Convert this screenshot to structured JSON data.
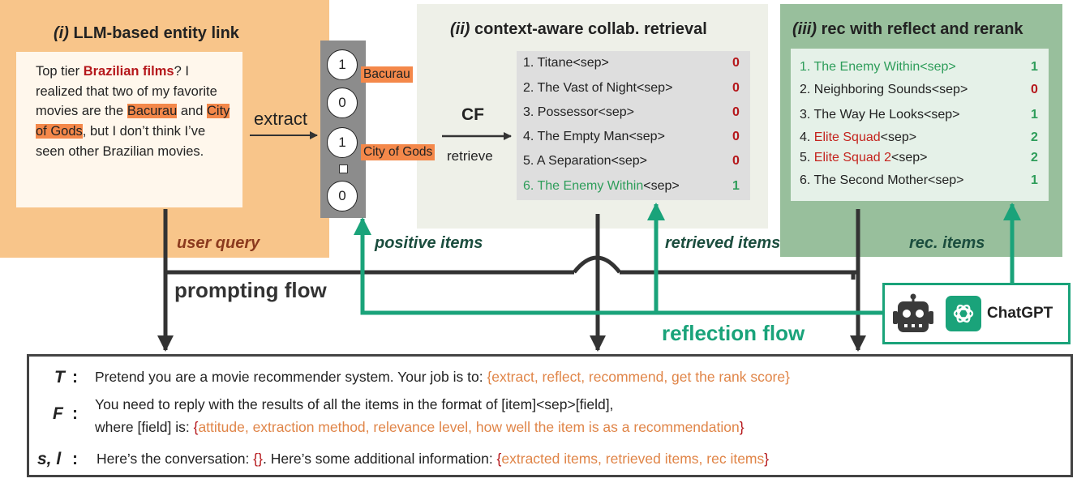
{
  "panels": {
    "entity_link": {
      "num": "(i)",
      "title": "LLM-based entity link"
    },
    "retrieval": {
      "num": "(ii)",
      "title": "context-aware collab. retrieval"
    },
    "rerank": {
      "num": "(iii)",
      "title": "rec with reflect and rerank"
    }
  },
  "query": {
    "p1": "Top tier ",
    "p2": "Brazilian films",
    "p3": "? I realized that two of my favorite movies are the ",
    "p4": "Bacurau",
    "p5": " and ",
    "p6": "City of Gods",
    "p7": ", but I don’t think I’ve seen other Brazilian movies."
  },
  "vector": {
    "values": [
      "1",
      "0",
      "1",
      "0"
    ],
    "tag1": "Bacurau",
    "tag2": "City of Gods"
  },
  "labels": {
    "extract": "extract",
    "cf": "CF",
    "retrieve": "retrieve",
    "user_query": "user query",
    "positive_items": "positive items",
    "retrieved_items": "retrieved items",
    "rec_items": "rec. items",
    "prompting_flow": "prompting flow",
    "reflection_flow": "reflection flow",
    "chatgpt": "ChatGPT"
  },
  "retrieved": [
    {
      "name": "1. Titane",
      "sep": "<sep>",
      "score": "0"
    },
    {
      "name": "2. The Vast of Night",
      "sep": "<sep>",
      "score": "0"
    },
    {
      "name": "3. Possessor",
      "sep": "<sep>",
      "score": "0"
    },
    {
      "name": "4. The Empty Man",
      "sep": "<sep>",
      "score": "0"
    },
    {
      "name": "5. A Separation",
      "sep": "<sep>",
      "score": "0"
    },
    {
      "name": "6. The Enemy Within",
      "sep": "<sep>",
      "score": "1"
    }
  ],
  "reranked": [
    {
      "num": "1. ",
      "name": "The Enemy Within",
      "sep": "<sep>",
      "score": "1"
    },
    {
      "num": "2. ",
      "name": "Neighboring Sounds",
      "sep": "<sep>",
      "score": "0"
    },
    {
      "num": "3. ",
      "name": "The Way He Looks",
      "sep": "<sep>",
      "score": "1"
    },
    {
      "num": "4. ",
      "name": "Elite Squad",
      "sep": "<sep>",
      "score": "2"
    },
    {
      "num": "5. ",
      "name": "Elite Squad 2",
      "sep": "<sep>",
      "score": "2"
    },
    {
      "num": "6. ",
      "name": "The Second Mother",
      "sep": "<sep>",
      "score": "1"
    }
  ],
  "prompt": {
    "t_sym": "T",
    "t_text": "Pretend you are a movie recommender system. Your job is to: ",
    "t_braces_open": "{",
    "t_items": "extract, reflect, recommend, get the rank score",
    "t_braces_close": "}",
    "f_sym": "F",
    "f_line1": "You need to reply with the results of all the items in the format of [item]<sep>[field],",
    "f_line2": "where [field] is: ",
    "f_items": "attitude, extraction method, relevance level, how well the item is as a recommendation",
    "s_sym": "s, l",
    "colon": ":",
    "s_text1": "Here’s the conversation: ",
    "s_empty": "{}",
    "s_text2": ". Here’s some additional information: ",
    "s_items": "extracted items, retrieved items, rec items"
  },
  "colors": {
    "orange_panel": "#f8c58a",
    "green_panel": "#98bf9c",
    "teal_flow": "#1aa37a",
    "dark_flow": "#333333",
    "red_score": "#b5171b",
    "green_score": "#2e9d5a"
  },
  "icons": [
    "robot-icon",
    "openai-icon"
  ]
}
